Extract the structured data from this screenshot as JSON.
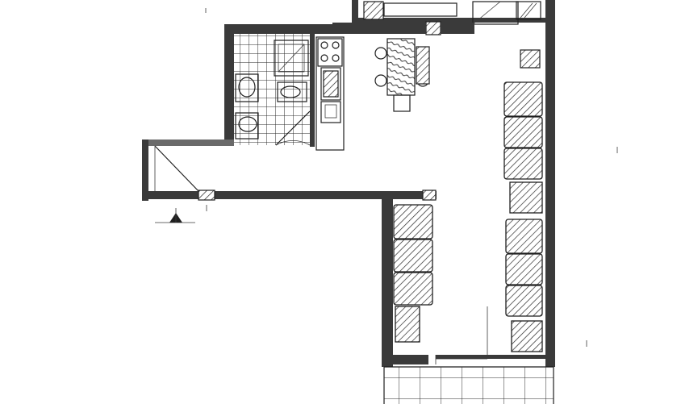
{
  "plan": {
    "rooms": [
      "bathroom",
      "kitchen",
      "living-dining",
      "corridor",
      "balcony"
    ],
    "colors": {
      "wall": "#3a3a3a",
      "line": "#1f1f1f",
      "background": "#ffffff"
    }
  }
}
